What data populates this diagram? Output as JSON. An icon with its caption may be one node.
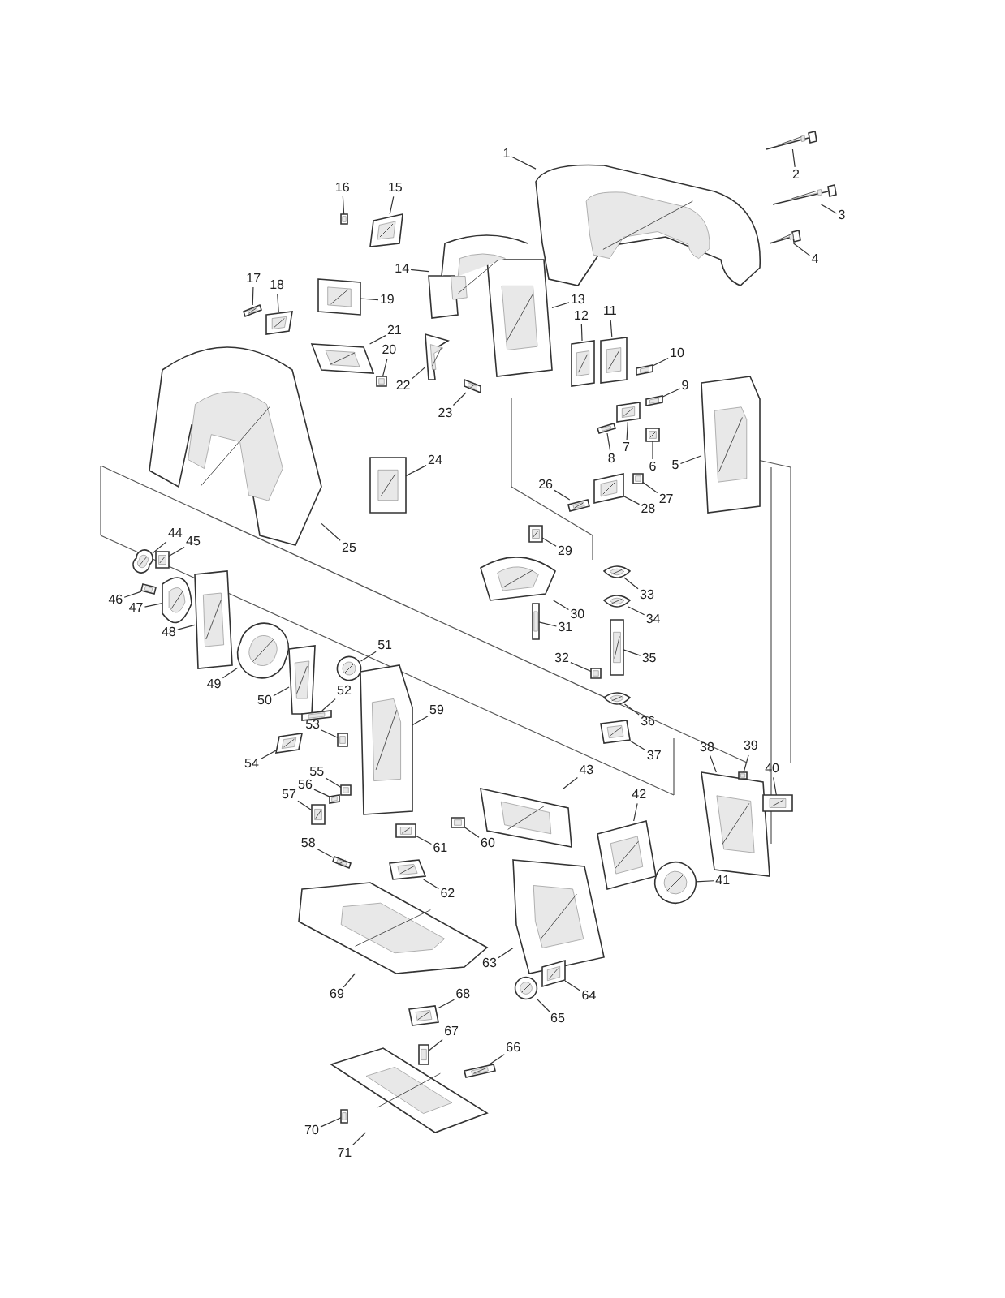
{
  "diagram": {
    "nodes": [
      {
        "text": [
          "1"
        ]
      },
      {
        "text": [
          "2"
        ]
      },
      {
        "text": [
          "3"
        ]
      },
      {
        "text": [
          "4"
        ]
      },
      {
        "text": [
          "5"
        ]
      },
      {
        "text": [
          "6"
        ]
      },
      {
        "text": [
          "7"
        ]
      },
      {
        "text": [
          "8"
        ]
      },
      {
        "text": [
          "9"
        ]
      },
      {
        "text": [
          "10"
        ]
      },
      {
        "text": [
          "11"
        ]
      },
      {
        "text": [
          "12"
        ]
      },
      {
        "text": [
          "13"
        ]
      },
      {
        "text": [
          "14"
        ]
      },
      {
        "text": [
          "15"
        ]
      },
      {
        "text": [
          "16"
        ]
      },
      {
        "text": [
          "17"
        ]
      },
      {
        "text": [
          "18"
        ]
      },
      {
        "text": [
          "19"
        ]
      },
      {
        "text": [
          "20"
        ]
      },
      {
        "text": [
          "21"
        ]
      },
      {
        "text": [
          "22"
        ]
      },
      {
        "text": [
          "23"
        ]
      },
      {
        "text": [
          "24"
        ]
      },
      {
        "text": [
          "25"
        ]
      },
      {
        "text": [
          "26"
        ]
      },
      {
        "text": [
          "27"
        ]
      },
      {
        "text": [
          "28"
        ]
      },
      {
        "text": [
          "29"
        ]
      },
      {
        "text": [
          "30"
        ]
      },
      {
        "text": [
          "31"
        ]
      },
      {
        "text": [
          "32"
        ]
      },
      {
        "text": [
          "33"
        ]
      },
      {
        "text": [
          "34"
        ]
      },
      {
        "text": [
          "35"
        ]
      },
      {
        "text": [
          "36"
        ]
      },
      {
        "text": [
          "37"
        ]
      },
      {
        "text": [
          "38"
        ]
      },
      {
        "text": [
          "39"
        ]
      },
      {
        "text": [
          "40"
        ]
      },
      {
        "text": [
          "41"
        ]
      },
      {
        "text": [
          "42"
        ]
      },
      {
        "text": [
          "43"
        ]
      },
      {
        "text": [
          "44"
        ]
      },
      {
        "text": [
          "45"
        ]
      },
      {
        "text": [
          "46"
        ]
      },
      {
        "text": [
          "47"
        ]
      },
      {
        "text": [
          "48"
        ]
      },
      {
        "text": [
          "49"
        ]
      },
      {
        "text": [
          "50"
        ]
      },
      {
        "text": [
          "51"
        ]
      },
      {
        "text": [
          "52"
        ]
      },
      {
        "text": [
          "53"
        ]
      },
      {
        "text": [
          "54"
        ]
      },
      {
        "text": [
          "55"
        ]
      },
      {
        "text": [
          "56"
        ]
      },
      {
        "text": [
          "57"
        ]
      },
      {
        "text": [
          "58"
        ]
      },
      {
        "text": [
          "59"
        ]
      },
      {
        "text": [
          "60"
        ]
      },
      {
        "text": [
          "61"
        ]
      },
      {
        "text": [
          "62"
        ]
      },
      {
        "text": [
          "63"
        ]
      },
      {
        "text": [
          "64"
        ]
      },
      {
        "text": [
          "65"
        ]
      },
      {
        "text": [
          "66"
        ]
      },
      {
        "text": [
          "67"
        ]
      },
      {
        "text": [
          "68"
        ]
      },
      {
        "text": [
          "69"
        ]
      },
      {
        "text": [
          "70"
        ]
      },
      {
        "text": [
          "71"
        ]
      },
      {
        "text": [],
        "shape": "picture"
      },
      {
        "text": [],
        "shape": "picture"
      },
      {
        "text": [],
        "shape": "picture"
      },
      {
        "text": [],
        "shape": "picture"
      },
      {
        "text": [],
        "shape": "picture"
      },
      {
        "text": [],
        "shape": "picture"
      },
      {
        "text": [],
        "shape": "picture"
      },
      {
        "text": [],
        "shape": "picture"
      },
      {
        "text": [],
        "shape": "picture"
      },
      {
        "text": [],
        "shape": "picture"
      },
      {
        "text": [],
        "shape": "picture"
      },
      {
        "text": [],
        "shape": "picture"
      },
      {
        "text": [],
        "shape": "picture"
      },
      {
        "text": [],
        "shape": "picture"
      },
      {
        "text": [],
        "shape": "picture"
      },
      {
        "text": [],
        "shape": "picture"
      },
      {
        "text": [],
        "shape": "picture"
      },
      {
        "text": [],
        "shape": "picture"
      },
      {
        "text": [],
        "shape": "picture"
      },
      {
        "text": [],
        "shape": "picture"
      },
      {
        "text": [],
        "shape": "picture"
      },
      {
        "text": [],
        "shape": "picture"
      },
      {
        "text": [],
        "shape": "picture"
      },
      {
        "text": [],
        "shape": "picture"
      },
      {
        "text": [],
        "shape": "picture"
      },
      {
        "text": [],
        "shape": "picture"
      },
      {
        "text": [],
        "shape": "picture"
      },
      {
        "text": [],
        "shape": "picture"
      },
      {
        "text": [],
        "shape": "picture"
      },
      {
        "text": [],
        "shape": "picture"
      },
      {
        "text": [],
        "shape": "picture"
      },
      {
        "text": [],
        "shape": "picture"
      },
      {
        "text": [],
        "shape": "picture"
      },
      {
        "text": [],
        "shape": "picture"
      },
      {
        "text": [],
        "shape": "picture"
      },
      {
        "text": [],
        "shape": "picture"
      },
      {
        "text": [],
        "shape": "picture"
      },
      {
        "text": [],
        "shape": "picture"
      },
      {
        "text": [],
        "shape": "picture"
      },
      {
        "text": [],
        "shape": "picture"
      },
      {
        "text": [],
        "shape": "picture"
      },
      {
        "text": [],
        "shape": "picture"
      },
      {
        "text": [],
        "shape": "picture"
      },
      {
        "text": [],
        "shape": "picture"
      },
      {
        "text": [],
        "shape": "picture"
      },
      {
        "text": [],
        "shape": "picture"
      },
      {
        "text": [],
        "shape": "picture"
      },
      {
        "text": [],
        "shape": "picture"
      },
      {
        "text": [],
        "shape": "picture"
      },
      {
        "text": [],
        "shape": "picture"
      },
      {
        "text": [],
        "shape": "picture"
      },
      {
        "text": [],
        "shape": "picture"
      },
      {
        "text": [],
        "shape": "picture"
      },
      {
        "text": [],
        "shape": "picture"
      },
      {
        "text": [],
        "shape": "picture"
      },
      {
        "text": [],
        "shape": "picture"
      },
      {
        "text": [],
        "shape": "picture"
      },
      {
        "text": [],
        "shape": "picture"
      },
      {
        "text": [],
        "shape": "picture"
      },
      {
        "text": [],
        "shape": "picture"
      },
      {
        "text": [],
        "shape": "picture"
      },
      {
        "text": [],
        "shape": "picture"
      },
      {
        "text": [],
        "shape": "picture"
      },
      {
        "text": [],
        "shape": "picture"
      },
      {
        "text": [],
        "shape": "picture"
      },
      {
        "text": [],
        "shape": "picture"
      },
      {
        "text": [],
        "shape": "picture"
      },
      {
        "text": [],
        "shape": "picture"
      },
      {
        "text": [],
        "shape": "picture"
      },
      {
        "text": [],
        "shape": "picture"
      },
      {
        "text": [],
        "shape": "picture"
      }
    ],
    "edges": [
      {
        "from": 0,
        "to": 71,
        "arrow": "none"
      },
      {
        "from": 1,
        "to": 72,
        "arrow": "none"
      },
      {
        "from": 2,
        "to": 73,
        "arrow": "none"
      },
      {
        "from": 3,
        "to": 74,
        "arrow": "none"
      },
      {
        "from": 4,
        "to": 75,
        "arrow": "none"
      },
      {
        "from": 5,
        "to": 76,
        "arrow": "none"
      },
      {
        "from": 6,
        "to": 77,
        "arrow": "none"
      },
      {
        "from": 7,
        "to": 78,
        "arrow": "none"
      },
      {
        "from": 8,
        "to": 79,
        "arrow": "none"
      },
      {
        "from": 9,
        "to": 80,
        "arrow": "none"
      },
      {
        "from": 10,
        "to": 81,
        "arrow": "none"
      },
      {
        "from": 11,
        "to": 82,
        "arrow": "none"
      },
      {
        "from": 12,
        "to": 83,
        "arrow": "none"
      },
      {
        "from": 13,
        "to": 84,
        "arrow": "none"
      },
      {
        "from": 14,
        "to": 85,
        "arrow": "none"
      },
      {
        "from": 15,
        "to": 86,
        "arrow": "none"
      },
      {
        "from": 16,
        "to": 87,
        "arrow": "none"
      },
      {
        "from": 17,
        "to": 88,
        "arrow": "none"
      },
      {
        "from": 18,
        "to": 89,
        "arrow": "none"
      },
      {
        "from": 19,
        "to": 90,
        "arrow": "none"
      },
      {
        "from": 20,
        "to": 91,
        "arrow": "none"
      },
      {
        "from": 21,
        "to": 92,
        "arrow": "none"
      },
      {
        "from": 22,
        "to": 93,
        "arrow": "none"
      },
      {
        "from": 23,
        "to": 94,
        "arrow": "none"
      },
      {
        "from": 24,
        "to": 95,
        "arrow": "none"
      },
      {
        "from": 25,
        "to": 96,
        "arrow": "none"
      },
      {
        "from": 26,
        "to": 97,
        "arrow": "none"
      },
      {
        "from": 27,
        "to": 98,
        "arrow": "none"
      },
      {
        "from": 28,
        "to": 99,
        "arrow": "none"
      },
      {
        "from": 29,
        "to": 100,
        "arrow": "none"
      },
      {
        "from": 30,
        "to": 101,
        "arrow": "none"
      },
      {
        "from": 31,
        "to": 102,
        "arrow": "none"
      },
      {
        "from": 32,
        "to": 103,
        "arrow": "none"
      },
      {
        "from": 33,
        "to": 104,
        "arrow": "none"
      },
      {
        "from": 34,
        "to": 105,
        "arrow": "none"
      },
      {
        "from": 35,
        "to": 106,
        "arrow": "none"
      },
      {
        "from": 36,
        "to": 107,
        "arrow": "none"
      },
      {
        "from": 37,
        "to": 108,
        "arrow": "none"
      },
      {
        "from": 38,
        "to": 109,
        "arrow": "none"
      },
      {
        "from": 39,
        "to": 110,
        "arrow": "none"
      },
      {
        "from": 40,
        "to": 111,
        "arrow": "none"
      },
      {
        "from": 41,
        "to": 112,
        "arrow": "none"
      },
      {
        "from": 42,
        "to": 113,
        "arrow": "none"
      },
      {
        "from": 43,
        "to": 114,
        "arrow": "none"
      },
      {
        "from": 44,
        "to": 115,
        "arrow": "none"
      },
      {
        "from": 45,
        "to": 116,
        "arrow": "none"
      },
      {
        "from": 46,
        "to": 117,
        "arrow": "none"
      },
      {
        "from": 47,
        "to": 118,
        "arrow": "none"
      },
      {
        "from": 48,
        "to": 119,
        "arrow": "none"
      },
      {
        "from": 49,
        "to": 120,
        "arrow": "none"
      },
      {
        "from": 50,
        "to": 121,
        "arrow": "none"
      },
      {
        "from": 51,
        "to": 122,
        "arrow": "none"
      },
      {
        "from": 52,
        "to": 123,
        "arrow": "none"
      },
      {
        "from": 53,
        "to": 124,
        "arrow": "none"
      },
      {
        "from": 54,
        "to": 125,
        "arrow": "none"
      },
      {
        "from": 55,
        "to": 126,
        "arrow": "none"
      },
      {
        "from": 56,
        "to": 127,
        "arrow": "none"
      },
      {
        "from": 57,
        "to": 128,
        "arrow": "none"
      },
      {
        "from": 58,
        "to": 129,
        "arrow": "none"
      },
      {
        "from": 59,
        "to": 130,
        "arrow": "none"
      },
      {
        "from": 60,
        "to": 131,
        "arrow": "none"
      },
      {
        "from": 61,
        "to": 132,
        "arrow": "none"
      },
      {
        "from": 62,
        "to": 133,
        "arrow": "none"
      },
      {
        "from": 63,
        "to": 134,
        "arrow": "none"
      },
      {
        "from": 64,
        "to": 135,
        "arrow": "none"
      },
      {
        "from": 65,
        "to": 136,
        "arrow": "none"
      },
      {
        "from": 66,
        "to": 137,
        "arrow": "none"
      },
      {
        "from": 67,
        "to": 138,
        "arrow": "none"
      },
      {
        "from": 68,
        "to": 139,
        "arrow": "none"
      },
      {
        "from": 69,
        "to": 140,
        "arrow": "none"
      },
      {
        "from": 70,
        "to": 141,
        "arrow": "none"
      }
    ]
  }
}
